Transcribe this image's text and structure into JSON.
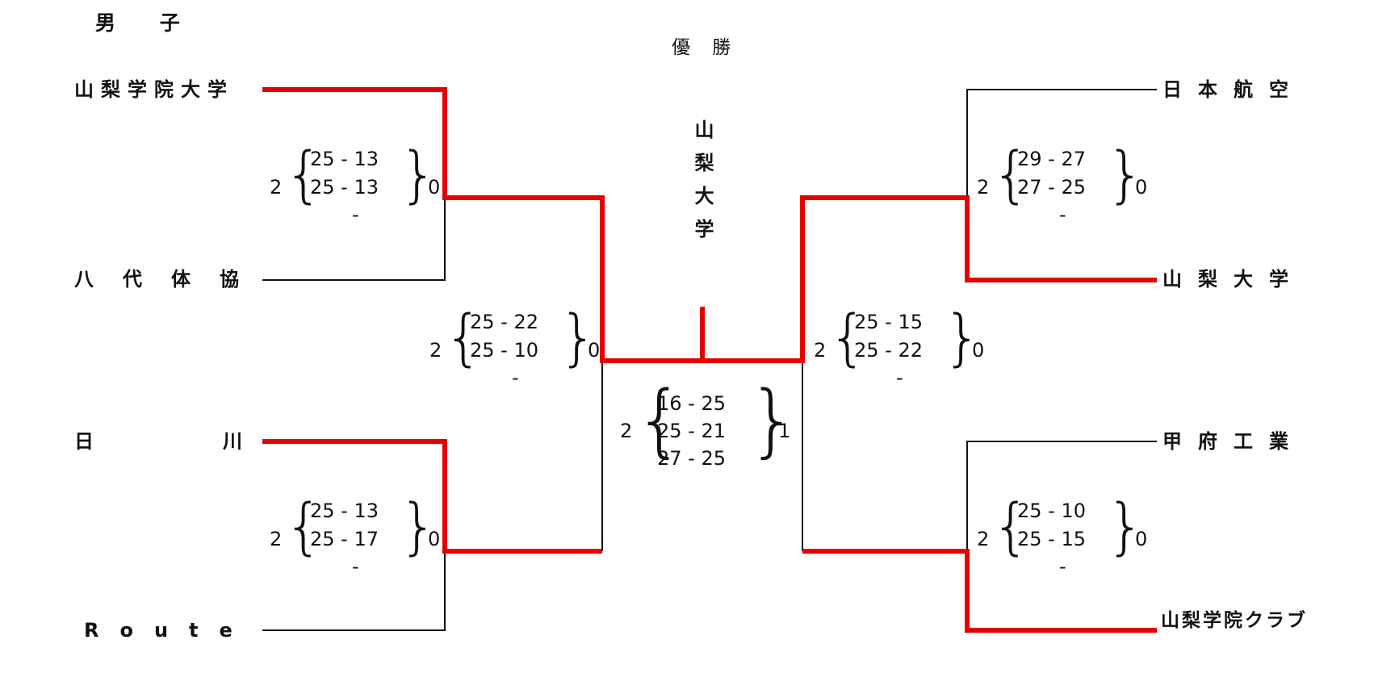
{
  "title": "男 子",
  "champion_header": "優 勝",
  "champion": "山梨大学",
  "colors": {
    "winner_line": "#e60000",
    "line": "#111111"
  },
  "left": {
    "teams": [
      "山梨学院大学",
      "八代体協",
      "日川",
      "Route"
    ],
    "match1": {
      "sets": [
        "25 - 13",
        "25 - 13",
        "-"
      ],
      "left_score": "2",
      "right_score": "0"
    },
    "match2": {
      "sets": [
        "25 - 13",
        "25 - 17",
        "-"
      ],
      "left_score": "2",
      "right_score": "0"
    },
    "semi": {
      "sets": [
        "25 - 22",
        "25 - 10",
        "-"
      ],
      "left_score": "2",
      "right_score": "0"
    }
  },
  "right": {
    "teams": [
      "日本航空",
      "山梨大学",
      "甲府工業",
      "山梨学院クラブ"
    ],
    "match1": {
      "sets": [
        "29 - 27",
        "27 - 25",
        "-"
      ],
      "left_score": "2",
      "right_score": "0"
    },
    "match2": {
      "sets": [
        "25 - 10",
        "25 - 15",
        "-"
      ],
      "left_score": "2",
      "right_score": "0"
    },
    "semi": {
      "sets": [
        "25 - 15",
        "25 - 22",
        "-"
      ],
      "left_score": "2",
      "right_score": "0"
    }
  },
  "final": {
    "sets": [
      "16 - 25",
      "25 - 21",
      "27 - 25"
    ],
    "left_score": "2",
    "right_score": "1"
  }
}
